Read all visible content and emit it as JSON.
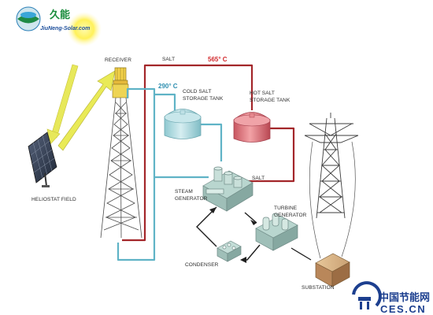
{
  "branding": {
    "logo_cn": "久能",
    "logo_url": "JiuNeng-Solar.com"
  },
  "labels": {
    "receiver": "RECEIVER",
    "salt_top": "SALT",
    "hot_temp": "565° C",
    "cold_temp": "290° C",
    "cold_tank_line1": "COLD SALT",
    "cold_tank_line2": "STORAGE TANK",
    "hot_tank_line1": "HOT SALT",
    "hot_tank_line2": "STORAGE TANK",
    "heliostat_field": "HELIOSTAT FIELD",
    "salt_mid": "SALT",
    "steam_line1": "STEAM",
    "steam_line2": "GENERATOR",
    "turbine_line1": "TURBINE",
    "turbine_line2": "GENERATOR",
    "condenser": "CONDENSER",
    "substation": "SUBSTATION"
  },
  "footer": {
    "cn": "中国节能网",
    "en": "CES.CN"
  },
  "colors": {
    "hot_pipe": "#a3262a",
    "cold_pipe": "#5fb3c6",
    "hot_text": "#d2272b",
    "cold_text": "#2e8fb0",
    "hot_tank": "#e0787e",
    "cold_tank": "#b9dfe4",
    "sun_ray": "#e7e85a",
    "footer_blue": "#1c3f8f"
  }
}
